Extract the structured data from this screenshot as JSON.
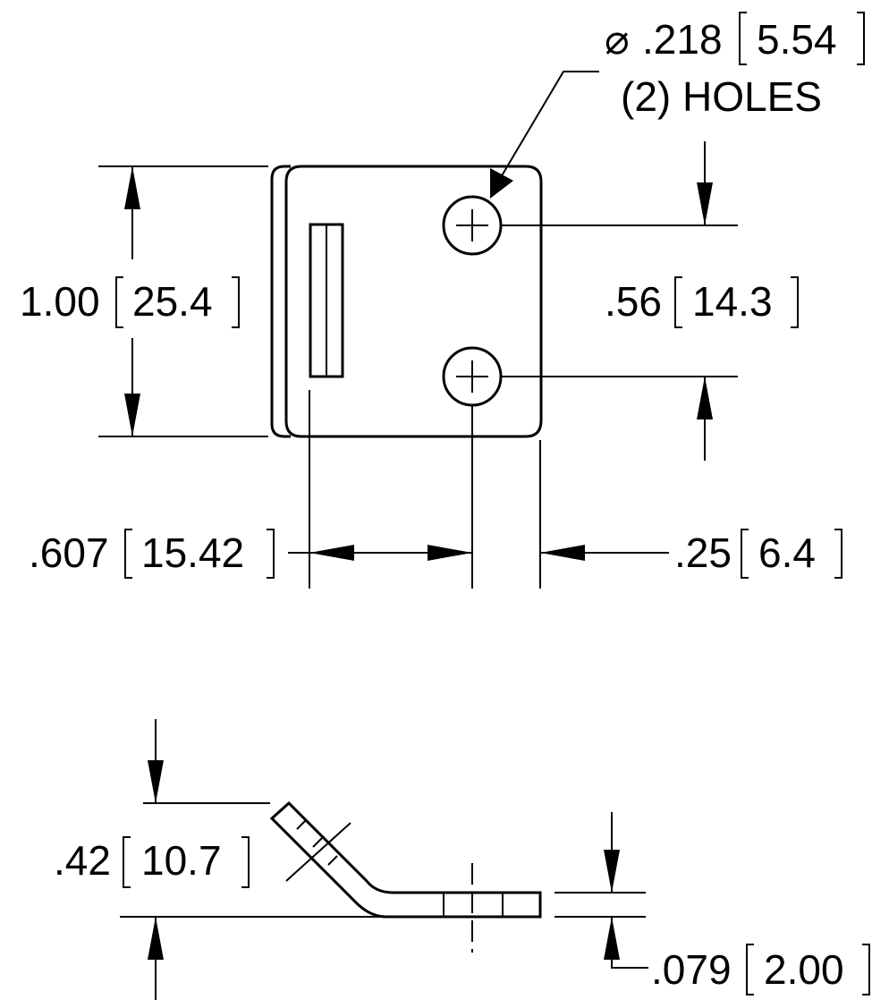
{
  "dimensions": {
    "hole": {
      "diameter_symbol": "⌀",
      "inch": ".218",
      "mm": "5.54",
      "note": "(2) HOLES"
    },
    "height": {
      "inch": "1.00",
      "mm": "25.4"
    },
    "hole_spacing": {
      "inch": ".56",
      "mm": "14.3"
    },
    "hole_offset": {
      "inch": ".607",
      "mm": "15.42"
    },
    "edge_distance": {
      "inch": ".25",
      "mm": "6.4"
    },
    "bend_height": {
      "inch": ".42",
      "mm": "10.7"
    },
    "thickness": {
      "inch": ".079",
      "mm": "2.00"
    }
  }
}
